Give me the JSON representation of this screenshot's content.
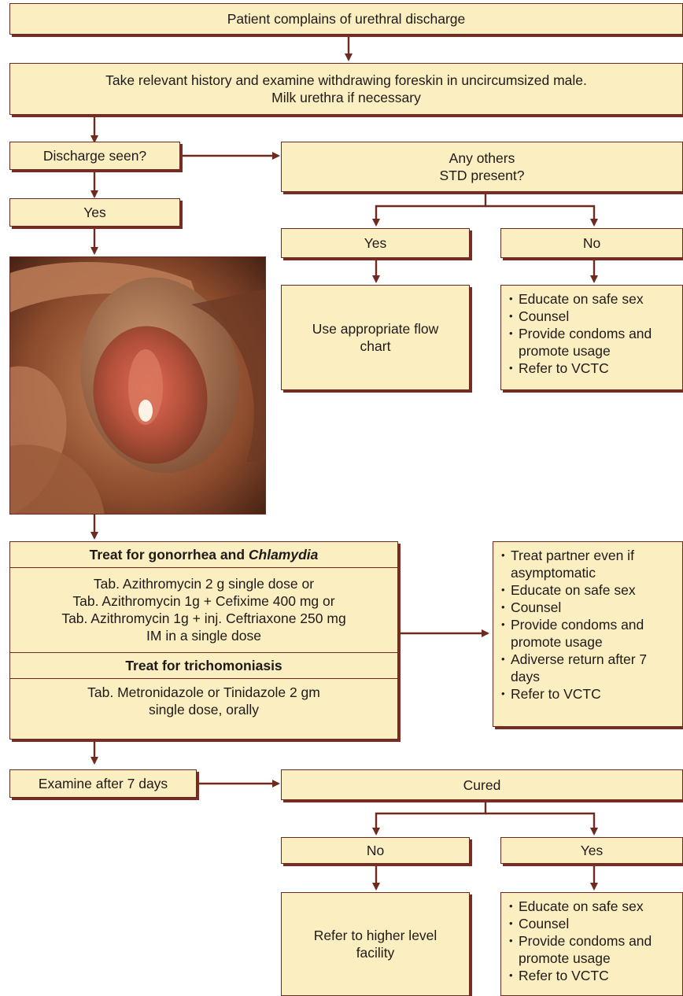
{
  "steps": {
    "complaint": "Patient complains of urethral discharge",
    "history_line1": "Take relevant history and examine withdrawing foreskin in uncircumsized male.",
    "history_line2": "Milk urethra if necessary",
    "discharge_seen": "Discharge seen?",
    "yes_left": "Yes",
    "other_std_line1": "Any others",
    "other_std_line2": "STD present?",
    "std_yes": "Yes",
    "std_no": "No",
    "flow_chart_line1": "Use appropriate flow",
    "flow_chart_line2": "chart",
    "examine": "Examine after 7 days",
    "cured": "Cured",
    "cured_no": "No",
    "cured_yes": "Yes",
    "refer_line1": "Refer to higher level",
    "refer_line2": "facility"
  },
  "no_std_advice": [
    "Educate on safe sex",
    "Counsel",
    "Provide condoms and",
    "promote usage",
    "Refer to VCTC"
  ],
  "treatment": {
    "gonorrhea_header_prefix": "Treat for gonorrhea and ",
    "gonorrhea_header_italic": "Chlamydia",
    "gonorrhea_lines": [
      "Tab. Azithromycin 2 g single dose or",
      "Tab. Azithromycin 1g + Cefixime 400 mg or",
      "Tab. Azithromycin 1g + inj. Ceftriaxone 250 mg",
      "IM in a single dose"
    ],
    "tricho_header": "Treat for trichomoniasis",
    "tricho_lines": [
      "Tab. Metronidazole or Tinidazole 2 gm",
      "single dose, orally"
    ]
  },
  "partner_advice": [
    "Treat partner even if",
    "asymptomatic",
    "Educate on safe sex",
    "Counsel",
    "Provide condoms and",
    "promote usage",
    "Adiverse return after 7",
    "days",
    "Refer to VCTC"
  ],
  "cured_advice": [
    "Educate on safe sex",
    "Counsel",
    "Provide condoms and",
    "promote usage",
    "Refer to VCTC"
  ],
  "colors": {
    "box_fill": "#fbefc2",
    "border": "#6b2a1f",
    "arrow": "#6e2a1f"
  }
}
